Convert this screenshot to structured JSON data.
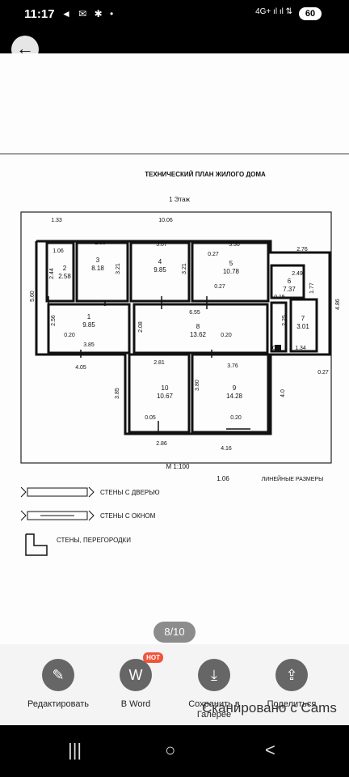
{
  "status": {
    "time": "11:17",
    "icons": "◄ ✉ ✱ •",
    "network": "4G+ ıl ıl ⇅",
    "battery": "60"
  },
  "viewer": {
    "back_icon": "←",
    "page_indicator": "8/10"
  },
  "plan": {
    "title": "ТЕХНИЧЕСКИЙ ПЛАН ЖИЛОГО ДОМА",
    "floor": "1 Этаж",
    "scale": "М 1:100",
    "scale_value": "1.06",
    "scale_label": "ЛИНЕЙНЫЕ РАЗМЕРЫ",
    "legend": [
      "СТЕНЫ С ДВЕРЬЮ",
      "СТЕНЫ С ОКНОМ",
      "СТЕНЫ, ПЕРЕГОРОДКИ"
    ],
    "rooms": [
      {
        "n": "1",
        "area": "9.85"
      },
      {
        "n": "2",
        "area": "2.58"
      },
      {
        "n": "3",
        "area": "8.18"
      },
      {
        "n": "4",
        "area": "9.85"
      },
      {
        "n": "5",
        "area": "10.78"
      },
      {
        "n": "6",
        "area": "7.37"
      },
      {
        "n": "7",
        "area": "3.01"
      },
      {
        "n": "8",
        "area": "13.62"
      },
      {
        "n": "9",
        "area": "14.28"
      },
      {
        "n": "10",
        "area": "10.67"
      }
    ],
    "dims": [
      "1.33",
      "10.06",
      "2.76",
      "5.60",
      "4.86",
      "1.06",
      "2.44",
      "2.55",
      "3.21",
      "3.07",
      "3.21",
      "3.36",
      "0.27",
      "2.49",
      "1.77",
      "0.27",
      "0.15",
      "2.56",
      "0.20",
      "3.85",
      "4.05",
      "6.55",
      "2.08",
      "0.20",
      "2.25",
      "0.9",
      "1.34",
      "0.27",
      "2.81",
      "3.76",
      "3.85",
      "3.80",
      "4.0",
      "0.05",
      "0.20",
      "2.86",
      "4.16"
    ]
  },
  "actions": {
    "edit": "Редактировать",
    "word": "В Word",
    "hot": "HOT",
    "save": "Сохранить в Галерее",
    "share": "Поделиться"
  },
  "overlay": {
    "scanned": "Сканировано с Cams"
  },
  "nav": {
    "recent": "|||",
    "home": "○",
    "back": "<"
  }
}
